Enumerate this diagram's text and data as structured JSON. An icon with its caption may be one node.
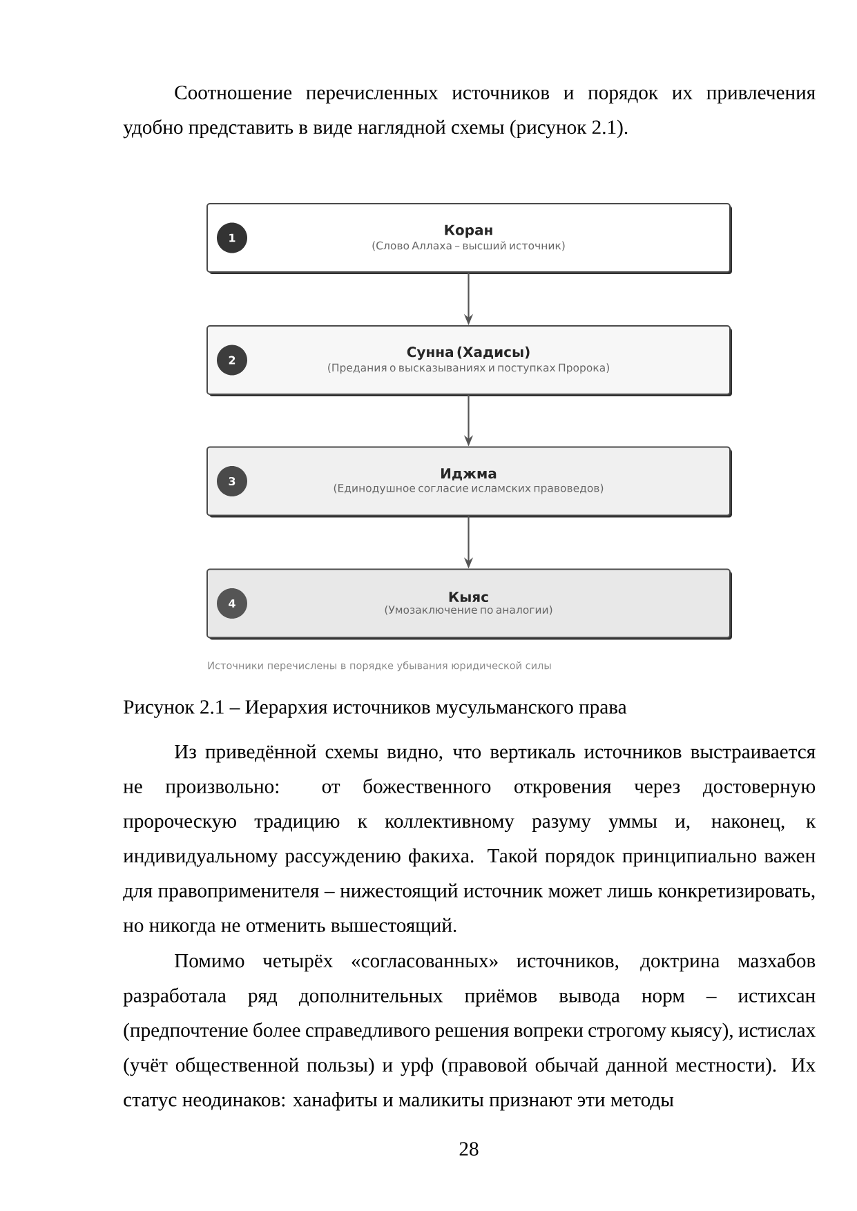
{
  "diagram": {
    "caption": "Рисунок 2.1 – Иерархия источников мусульманского права",
    "nodes": [
      {
        "text": [
          "Коран",
          "(Слово Аллаха – высший источник)"
        ]
      },
      {
        "text": [
          "1"
        ],
        "in": 0
      },
      {
        "text": [
          "Сунна (Хадисы)",
          "(Предания о высказываниях и поступках Пророка)"
        ]
      },
      {
        "text": [
          "2"
        ],
        "in": 2
      },
      {
        "text": [
          "Иджма",
          "(Единодушное согласие исламских правоведов)"
        ]
      },
      {
        "text": [
          "3"
        ],
        "in": 4
      },
      {
        "text": [
          "Кыяс",
          "(Умозаключение по аналогии)"
        ]
      },
      {
        "text": [
          "4"
        ],
        "in": 6
      }
    ],
    "edges": [
      {
        "from": 0,
        "to": 2,
        "arrow": "to"
      },
      {
        "from": 2,
        "to": 4,
        "arrow": "to"
      },
      {
        "from": 4,
        "to": 6,
        "arrow": "to"
      }
    ],
    "labels": [
      "Соотношение перечисленных источников и порядок их привлечения удобно представить в виде наглядной схемы (рисунок 2.1).",
      "Источники перечислены в порядке убывания юридической силы",
      "Из приведённой схемы видно, что вертикаль источников выстраивается не произвольно: от божественного откровения через достоверную пророческую традицию к коллективному разуму уммы и, наконец, к индивидуальному рассуждению факиха. Такой порядок принципиально важен для правоприменителя – нижестоящий источник может лишь конкретизировать, но никогда не отменить вышестоящий.",
      "Помимо четырёх «согласованных» источников, доктрина мазхабов разработала ряд дополнительных приёмов вывода норм – истихсан (предпочтение более справедливого решения вопреки строгому кыясу), истислах (учёт общественной пользы) и урф (правовой обычай данной местности). Их статус неодинаков: ханафиты и маликиты признают эти методы",
      "28"
    ]
  }
}
